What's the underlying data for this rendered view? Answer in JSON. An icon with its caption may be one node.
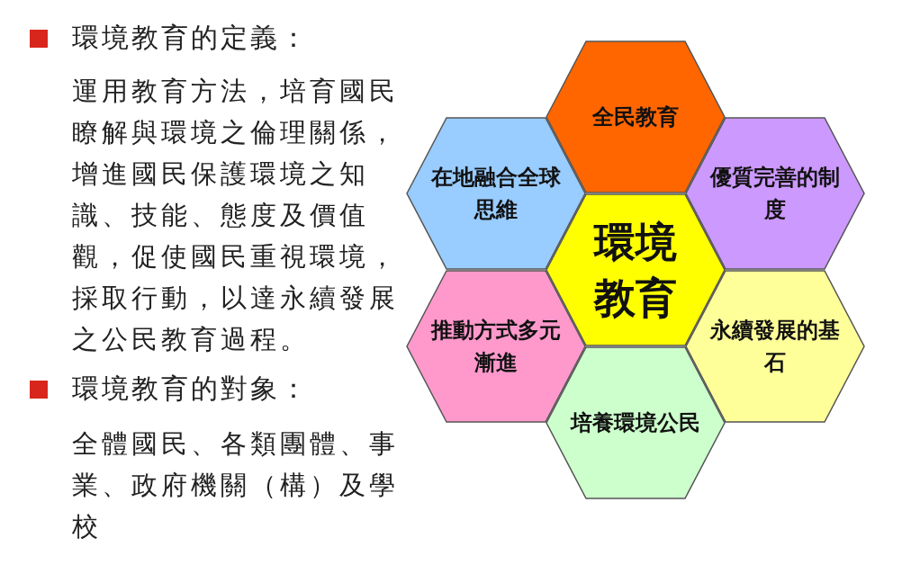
{
  "diagram": {
    "nodes": [
      {
        "text": [
          "全民教育"
        ]
      },
      {
        "text": [
          "在地融合全球思維"
        ]
      },
      {
        "text": [
          "優質完善的制度"
        ]
      },
      {
        "text": [
          "環境教育"
        ]
      },
      {
        "text": [
          "推動方式多元漸進"
        ]
      },
      {
        "text": [
          "永續發展的基石"
        ]
      },
      {
        "text": [
          "培養環境公民"
        ]
      }
    ],
    "labels": [
      "環境教育的定義：",
      "運用教育方法，培育國民瞭解與環境之倫理關係，增進國民保護環境之知識、技能、態度及價值觀，促使國民重視環境，採取行動，以達永續發展之公民教育過程。",
      "環境教育的對象：",
      "全體國民、各類團體、事業、政府機關（構）及學校"
    ]
  }
}
